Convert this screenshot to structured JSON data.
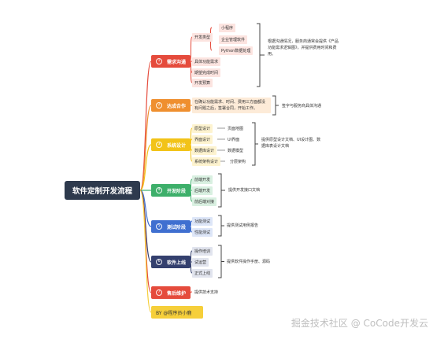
{
  "root": "软件定制开发流程",
  "colors": {
    "red": "#e54b3c",
    "orange": "#ef8f2f",
    "yellow": "#f2c318",
    "green": "#3daf6a",
    "blue": "#3f6fd0",
    "navy": "#34406e",
    "byfill": "#f6cf3a"
  },
  "stages": {
    "s1": {
      "num": "1",
      "label": "需求沟通",
      "dev_type": {
        "label": "开发类型",
        "items": [
          "小程序",
          "企业管理软件",
          "Python数据处理"
        ]
      },
      "items": [
        "具体功能需求",
        "期望完成时间",
        "开发预算"
      ],
      "note": "根据沟通情况，服务商通常会提供《产品功能需求逻辑图》，并提供费用时间和费用。"
    },
    "s2": {
      "num": "2",
      "label": "达成合作",
      "item": "在确认功能需求、时间、费用三方面都没有问题之后，签署合同，开始工作。",
      "note": "签字与服务商具体沟通"
    },
    "s3": {
      "num": "3",
      "label": "系统设计",
      "pairs": [
        {
          "a": "原型设计",
          "b": "页面地图"
        },
        {
          "a": "界面设计",
          "b": "UI界面"
        },
        {
          "a": "数据库设计",
          "b": "数据模型"
        },
        {
          "a": "系统架构设计",
          "b": "分层架构"
        }
      ],
      "note": "提供原型设计文档、UI设计图、数据库表设计文档"
    },
    "s4": {
      "num": "4",
      "label": "开发阶段",
      "items": [
        "前端开发",
        "后端开发",
        "前后端对接"
      ],
      "note": "提供开发接口文档"
    },
    "s5": {
      "num": "5",
      "label": "测试阶段",
      "items": [
        "功能测试",
        "性能测试"
      ],
      "note": "提供测试用例报告"
    },
    "s6": {
      "num": "6",
      "label": "软件上线",
      "items": [
        "操作培训",
        "试运营",
        "正式上线"
      ],
      "note": "提供软件操作手册、源码"
    },
    "s7": {
      "num": "7",
      "label": "售后维护",
      "item": "提供技术支持"
    },
    "by": "BY @程序员小鹿"
  },
  "watermark": "掘金技术社区 @ CoCode开发云"
}
